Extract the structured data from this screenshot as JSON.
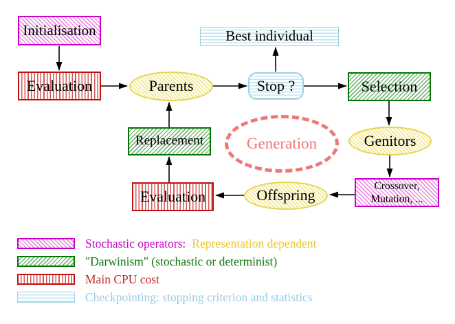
{
  "diagram": {
    "nodes": {
      "initialisation": "Initialisation",
      "evaluation_top": "Evaluation",
      "parents": "Parents",
      "best_individual": "Best individual",
      "stop": "Stop ?",
      "selection": "Selection",
      "genitors": "Genitors",
      "crossover_line1": "Crossover,",
      "crossover_line2": "Mutation, ...",
      "offspring": "Offspring",
      "evaluation_bottom": "Evaluation",
      "replacement": "Replacement",
      "generation": "Generation"
    },
    "colors": {
      "stochastic_magenta": "#cc00cc",
      "darwinism_green": "#007700",
      "cpu_cost_red": "#bb1111",
      "checkpointing_blue": "#9fd0e2",
      "node_yellow_border": "#e6d455",
      "generation_salmon": "#ee7878",
      "arrow_black": "#000000",
      "legend_yellow_text": "#e8c832"
    }
  },
  "legend": {
    "items": [
      {
        "swatch": "magenta-diagonal-hatch",
        "label": "Stochastic operators:",
        "label2": "Representation dependent"
      },
      {
        "swatch": "green-diagonal-hatch",
        "label": "\"Darwinism\" (stochastic or determinist)"
      },
      {
        "swatch": "red-vertical-lines",
        "label": "Main CPU cost"
      },
      {
        "swatch": "blue-horizontal-lines",
        "label": "Checkpointing: stopping criterion and statistics"
      }
    ]
  }
}
